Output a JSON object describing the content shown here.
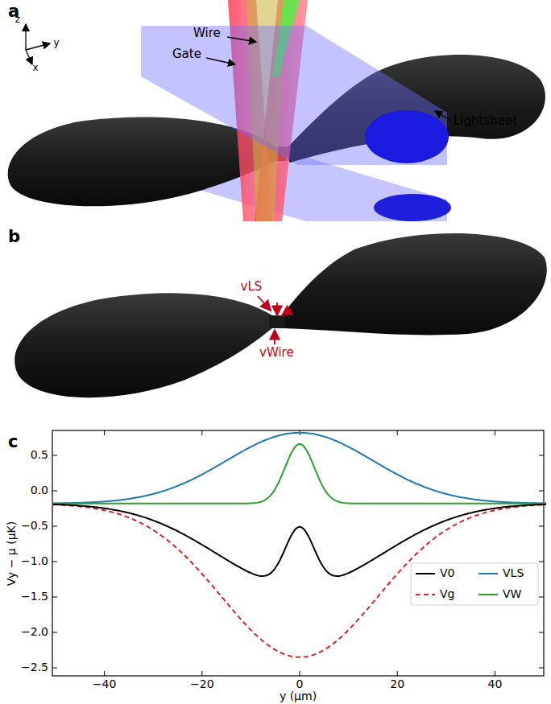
{
  "diagram": {
    "labels": [
      "a",
      "z",
      "y",
      "x",
      "Wire",
      "Gate",
      "Lightsheet",
      "b",
      "vLS",
      "vWire",
      "c",
      "0.5",
      "0.0",
      "−0.5",
      "−1.0",
      "−1.5",
      "−2.0",
      "−2.5",
      "−40",
      "−20",
      "0",
      "20",
      "40",
      "y (μm)",
      "Vy − μ (μK)"
    ],
    "legend": [
      {
        "text": "V0"
      },
      {
        "text": "VLS"
      },
      {
        "text": "Vg"
      },
      {
        "text": "VW"
      }
    ]
  }
}
